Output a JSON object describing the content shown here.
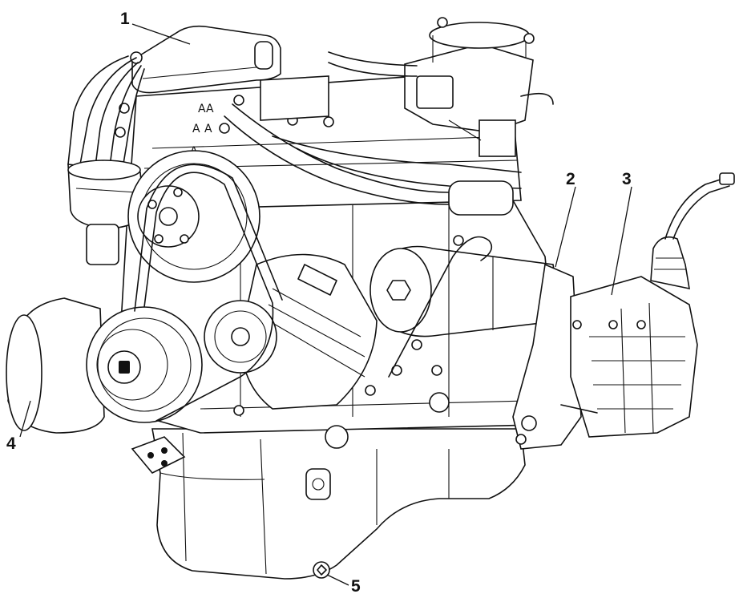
{
  "callouts": [
    {
      "id": "1",
      "label": "1"
    },
    {
      "id": "2",
      "label": "2"
    },
    {
      "id": "3",
      "label": "3"
    },
    {
      "id": "4",
      "label": "4"
    },
    {
      "id": "5",
      "label": "5"
    }
  ],
  "head_marks": [
    "A",
    "A",
    "A",
    "A",
    "A"
  ]
}
